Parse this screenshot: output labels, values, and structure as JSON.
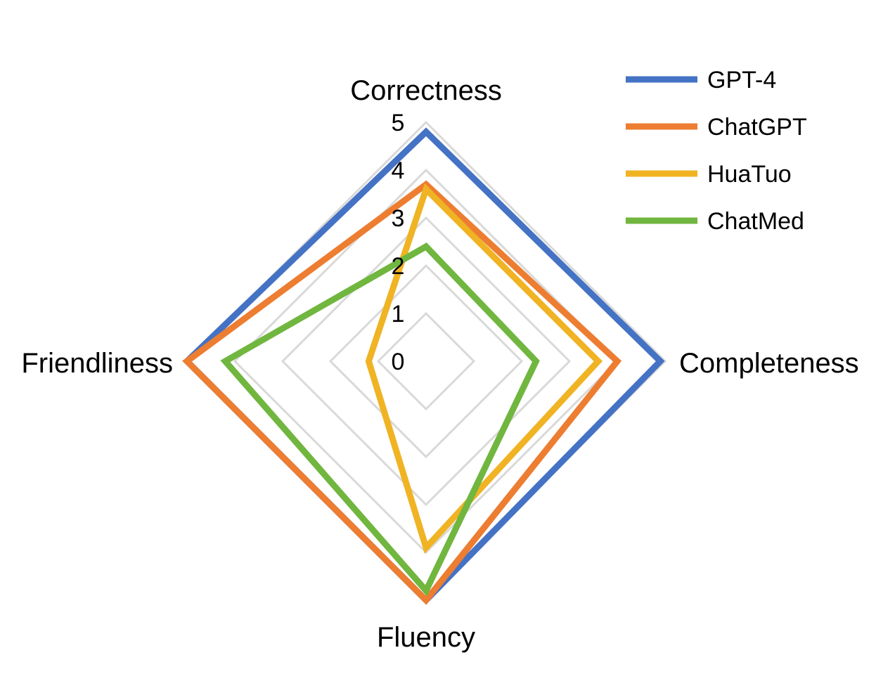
{
  "chart_data": {
    "type": "radar",
    "title": "",
    "axes": [
      "Correctness",
      "Completeness",
      "Fluency",
      "Friendliness"
    ],
    "range": [
      0,
      5
    ],
    "ticks": [
      "0",
      "1",
      "2",
      "3",
      "4",
      "5"
    ],
    "grid": true,
    "legend_position": "top-right",
    "series": [
      {
        "name": "GPT-4",
        "color": "#4472C4",
        "values": [
          4.8,
          4.9,
          5.0,
          5.0
        ]
      },
      {
        "name": "ChatGPT",
        "color": "#ED7D31",
        "values": [
          3.7,
          4.0,
          5.0,
          5.0
        ]
      },
      {
        "name": "HuaTuo",
        "color": "#F0B323",
        "values": [
          3.6,
          3.6,
          3.9,
          1.2
        ]
      },
      {
        "name": "ChatMed",
        "color": "#70B63F",
        "values": [
          2.4,
          2.3,
          4.8,
          4.2
        ]
      }
    ]
  }
}
